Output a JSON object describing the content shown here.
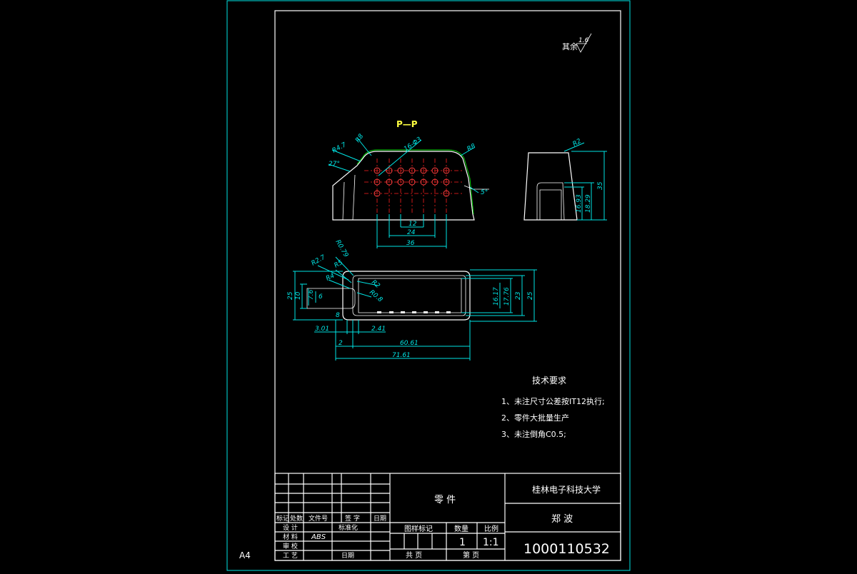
{
  "sheet": {
    "size_label": "A4",
    "roughness": {
      "label": "其余",
      "value": "1.6"
    }
  },
  "section_view": {
    "title": "P—P",
    "labels": [
      "R8",
      "R4.7",
      "27°",
      "16-Φ3",
      "R8",
      "5°",
      "12",
      "24",
      "36"
    ]
  },
  "side_view": {
    "labels": [
      "R2",
      "35",
      "18.29",
      "16.93"
    ]
  },
  "plan_view": {
    "labels": [
      "R0.79",
      "R2.7",
      "R5",
      "R4",
      "R2",
      "R0.8",
      "25",
      "10",
      "7.6",
      "6",
      "8",
      "3.01",
      "2.41",
      "2",
      "60.61",
      "71.61",
      "16.17",
      "17.76",
      "23",
      "25"
    ]
  },
  "tech_requirements": {
    "title": "技术要求",
    "items": [
      "1、未注尺寸公差按IT12执行;",
      "2、零件大批量生产",
      "3、未注倒角C0.5;"
    ]
  },
  "title_block": {
    "part_name": "零 件",
    "school": "桂林电子科技大学",
    "designer_name": "郑 波",
    "drawing_number": "1000110532",
    "material": "ABS",
    "stage_mark_label": "图样标记",
    "quantity_label": "数量",
    "scale_label": "比例",
    "quantity": "1",
    "scale": "1:1",
    "total_sheets_label": "共 页",
    "sheet_no_label": "第 页",
    "rev_headers": [
      "标记",
      "处数",
      "文件号",
      "签 字",
      "日期"
    ],
    "rows": [
      {
        "label": "设 计",
        "mid": "标准化"
      },
      {
        "label": "材 料",
        "mid": ""
      },
      {
        "label": "审 校",
        "mid": ""
      },
      {
        "label": "工 艺",
        "mid": "日期"
      }
    ]
  }
}
